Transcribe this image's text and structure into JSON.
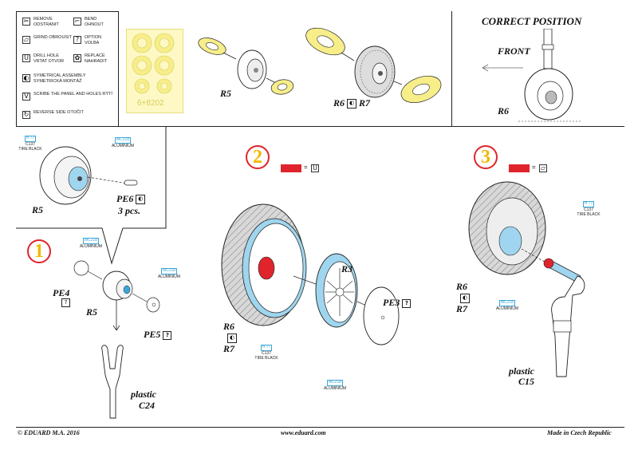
{
  "legend": {
    "items": [
      {
        "icon": "✂",
        "text": "REMOVE ODSTRANIT"
      },
      {
        "icon": "⌐",
        "text": "BEND OHNOUT"
      },
      {
        "icon": "▱",
        "text": "GRIND OBROUSIT"
      },
      {
        "icon": "?",
        "text": "OPTION VOLBA"
      },
      {
        "icon": "U",
        "text": "DRILL HOLE VRTAT OTVOR"
      },
      {
        "icon": "✿",
        "text": "REPLACE NAHRADIT"
      },
      {
        "icon": "◐",
        "text": "SYMETRICAL ASSEMBLY SYMETRICKÁ MONTÁŽ"
      },
      {
        "icon": "V",
        "text": "SCRIBE THE PANEL AND HOLES RÝTÍ"
      },
      {
        "icon": "↻",
        "text": "REVERSE SIDE OTOČIT"
      }
    ]
  },
  "mask_sheet": {
    "label": "6+8202"
  },
  "header": {
    "r5": "R5",
    "r6": "R6",
    "r7": "R7",
    "correct_position": "CORRECT POSITION",
    "front": "FRONT",
    "r6_cp": "R6"
  },
  "inset": {
    "code1_box": "H 77",
    "code1_num": "C137",
    "code1_name": "TIRE BLACK",
    "code2_box": "MC218",
    "code2_name": "ALUMINIUM",
    "r5": "R5",
    "pe6": "PE6",
    "pe6_count": "3 pcs."
  },
  "step1": {
    "number": "1",
    "code_a_box": "MC218",
    "code_a_name": "ALUMINIUM",
    "code_b_box": "MC218",
    "code_b_name": "ALUMINIUM",
    "pe4": "PE4",
    "r5": "R5",
    "pe5": "PE5",
    "plastic": "plastic",
    "c24": "C24"
  },
  "step2": {
    "number": "2",
    "eq": "=",
    "r3": "R3",
    "r6": "R6",
    "r7": "R7",
    "pe3": "PE3",
    "code_a_box": "H 77",
    "code_a_num": "C137",
    "code_a_name": "TIRE BLACK",
    "code_b_box": "MC218",
    "code_b_name": "ALUMINIUM"
  },
  "step3": {
    "number": "3",
    "eq": "=",
    "code_a_box": "H 77",
    "code_a_num": "C137",
    "code_a_name": "TIRE BLACK",
    "code_b_box": "MC218",
    "code_b_name": "ALUMINIUM",
    "r6": "R6",
    "r7": "R7",
    "plastic": "plastic",
    "c15": "C15"
  },
  "footer": {
    "left": "© EDUARD  M.A. 2016",
    "center": "www.eduard.com",
    "right": "Made in Czech Republic"
  },
  "colors": {
    "mask_yellow": "#f7ee8a",
    "accent_red": "#e0242c",
    "step_number": "#f0b800",
    "code_blue": "#3aa7d8",
    "highlight_blue": "#9fd5ee"
  }
}
